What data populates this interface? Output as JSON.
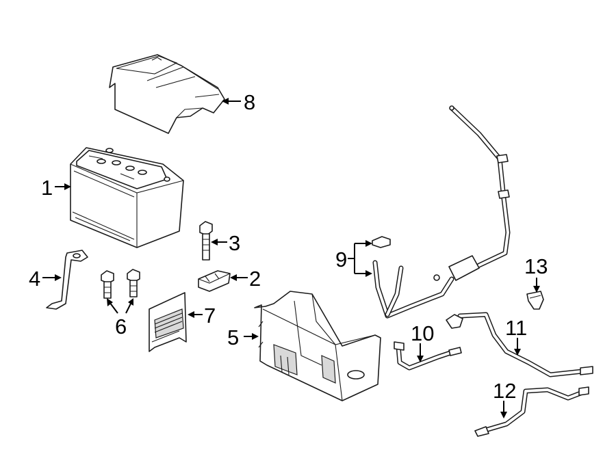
{
  "callouts": {
    "c1": "1",
    "c2": "2",
    "c3": "3",
    "c4": "4",
    "c5": "5",
    "c6": "6",
    "c7": "7",
    "c8": "8",
    "c9": "9",
    "c10": "10",
    "c11": "11",
    "c12": "12",
    "c13": "13"
  },
  "colors": {
    "line": "#1a1a1a",
    "fill": "#ffffff",
    "shade": "#d9d9d9"
  }
}
